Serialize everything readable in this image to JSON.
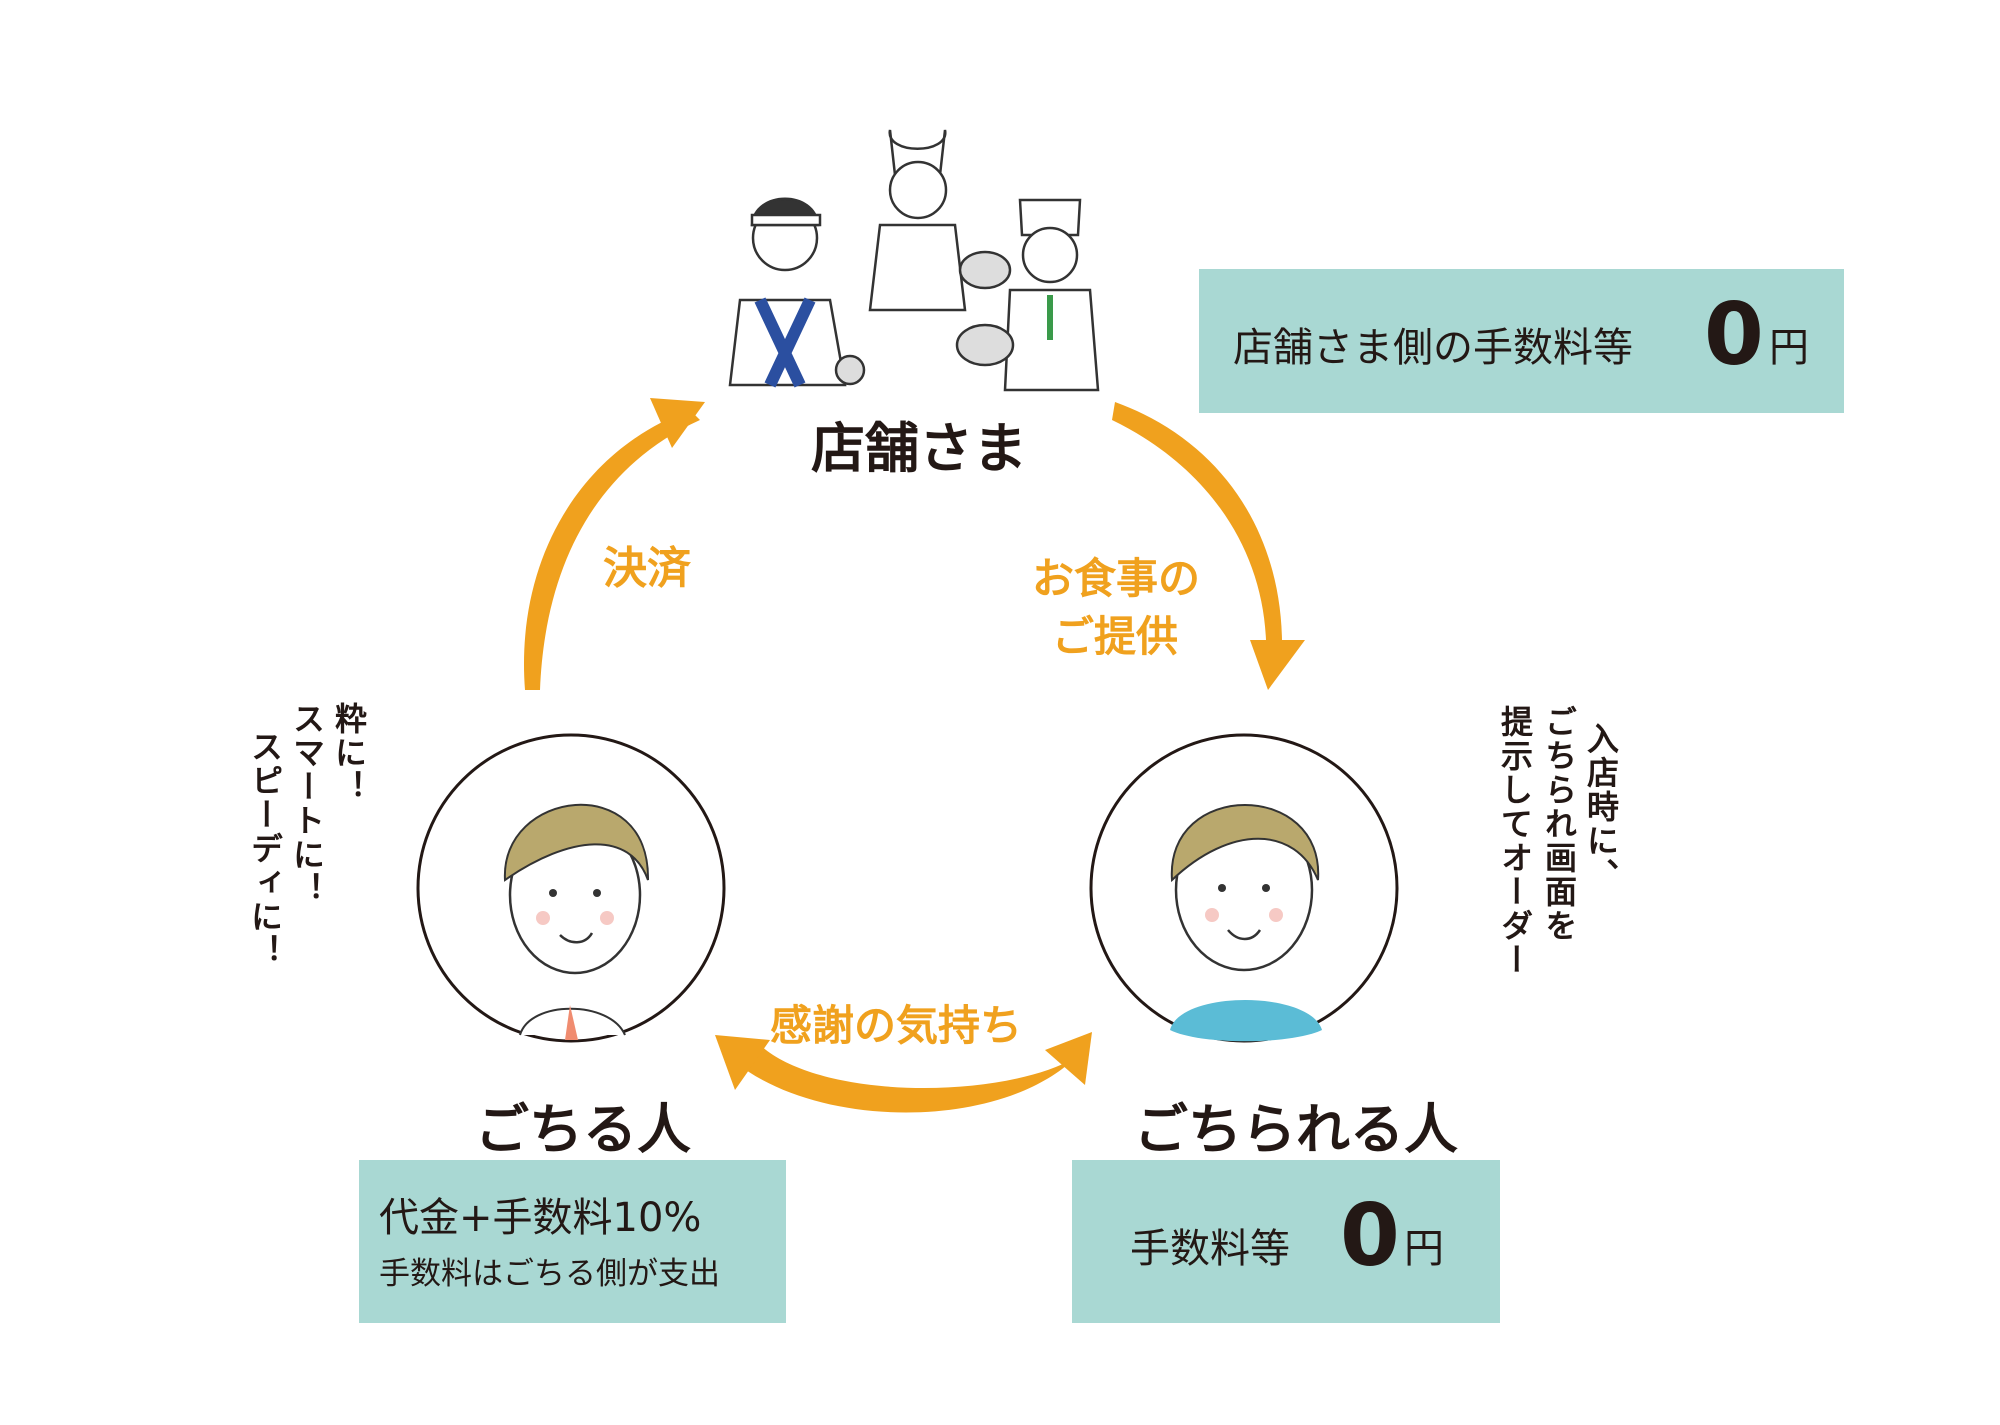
{
  "nodes": {
    "store": {
      "label": "店舗さま"
    },
    "payer": {
      "label": "ごちる人"
    },
    "receiver": {
      "label": "ごちられる人"
    }
  },
  "flows": {
    "payment": "決済",
    "meal_line1": "お食事の",
    "meal_line2": "ご提供",
    "thanks": "感謝の気持ち"
  },
  "notes": {
    "payer": [
      "粋に！",
      "スマートに！",
      "スピーディに！"
    ],
    "receiver": [
      "入店時に、",
      "ごちられ画面を",
      "提示してオーダー"
    ]
  },
  "fee_boxes": {
    "store": {
      "text": "店舗さま側の手数料等",
      "amount": "0",
      "unit": "円"
    },
    "payer": {
      "line1": "代金+手数料10%",
      "line2": "手数料はごちる側が支出"
    },
    "receiver": {
      "text": "手数料等",
      "amount": "0",
      "unit": "円"
    }
  },
  "colors": {
    "accent": "#f0a11e",
    "box": "#a9d8d3",
    "text": "#231815"
  }
}
